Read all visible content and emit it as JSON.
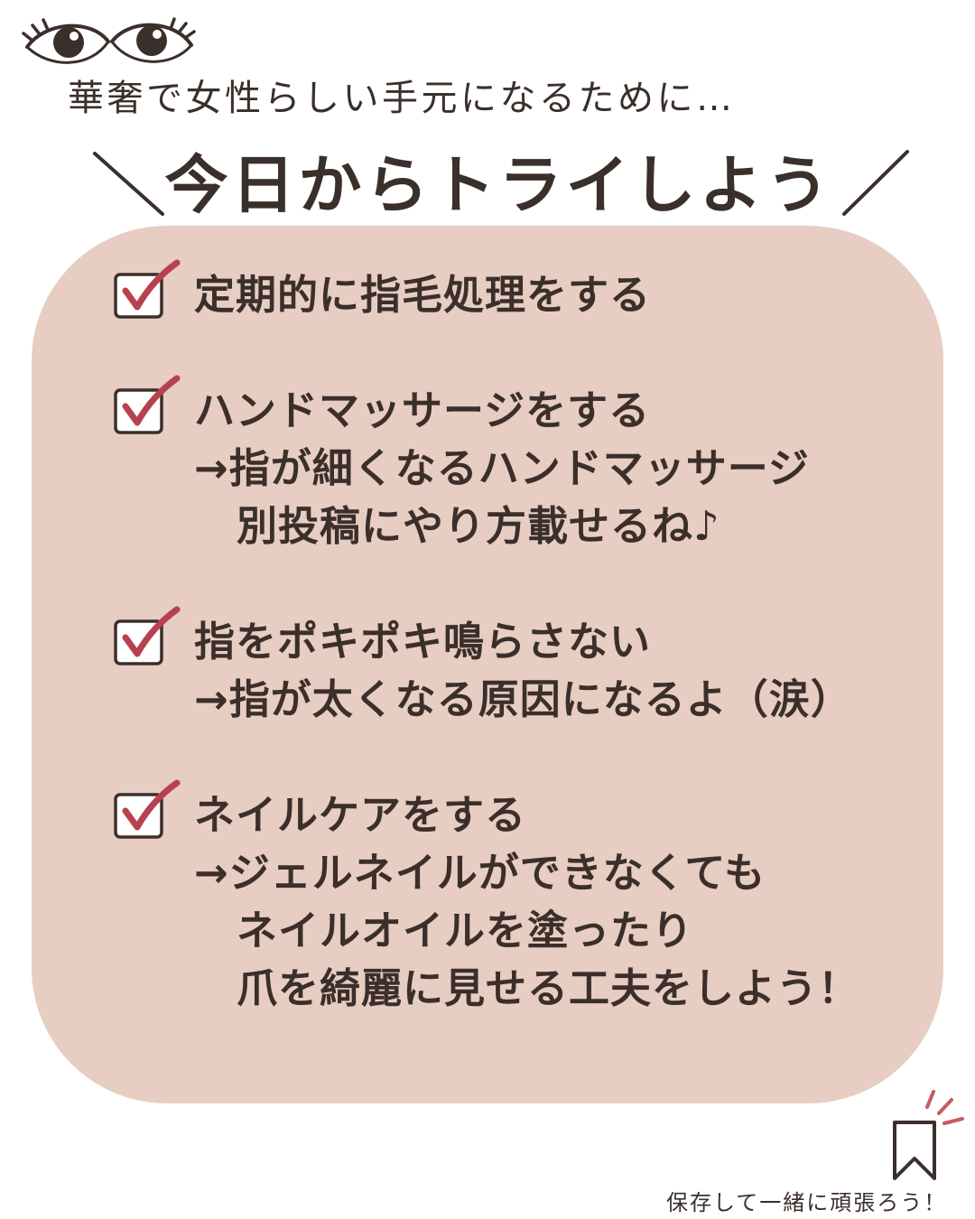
{
  "header": {
    "subtitle": "華奢で女性らしい手元になるために…",
    "title": "今日からトライしよう"
  },
  "checklist": {
    "items": [
      {
        "checked": true,
        "lines": [
          "定期的に指毛処理をする"
        ]
      },
      {
        "checked": true,
        "lines": [
          "ハンドマッサージをする",
          "→指が細くなるハンドマッサージ",
          "別投稿にやり方載せるね♪"
        ]
      },
      {
        "checked": true,
        "lines": [
          "指をポキポキ鳴らさない",
          "→指が太くなる原因になるよ（涙）"
        ]
      },
      {
        "checked": true,
        "lines": [
          "ネイルケアをする",
          "→ジェルネイルができなくても",
          "ネイルオイルを塗ったり",
          "爪を綺麗に見せる工夫をしよう！"
        ]
      }
    ]
  },
  "footer": {
    "save_text": "保存して一緒に頑張ろう！"
  },
  "icons": {
    "top": "eyes-icon",
    "item": "checked-box-icon",
    "footer": "bookmark-icon"
  },
  "colors": {
    "background": "#ffffff",
    "card": "#e7cdc2",
    "text": "#3b2f2b",
    "check": "#b7414e",
    "accent": "#c85a5d"
  }
}
